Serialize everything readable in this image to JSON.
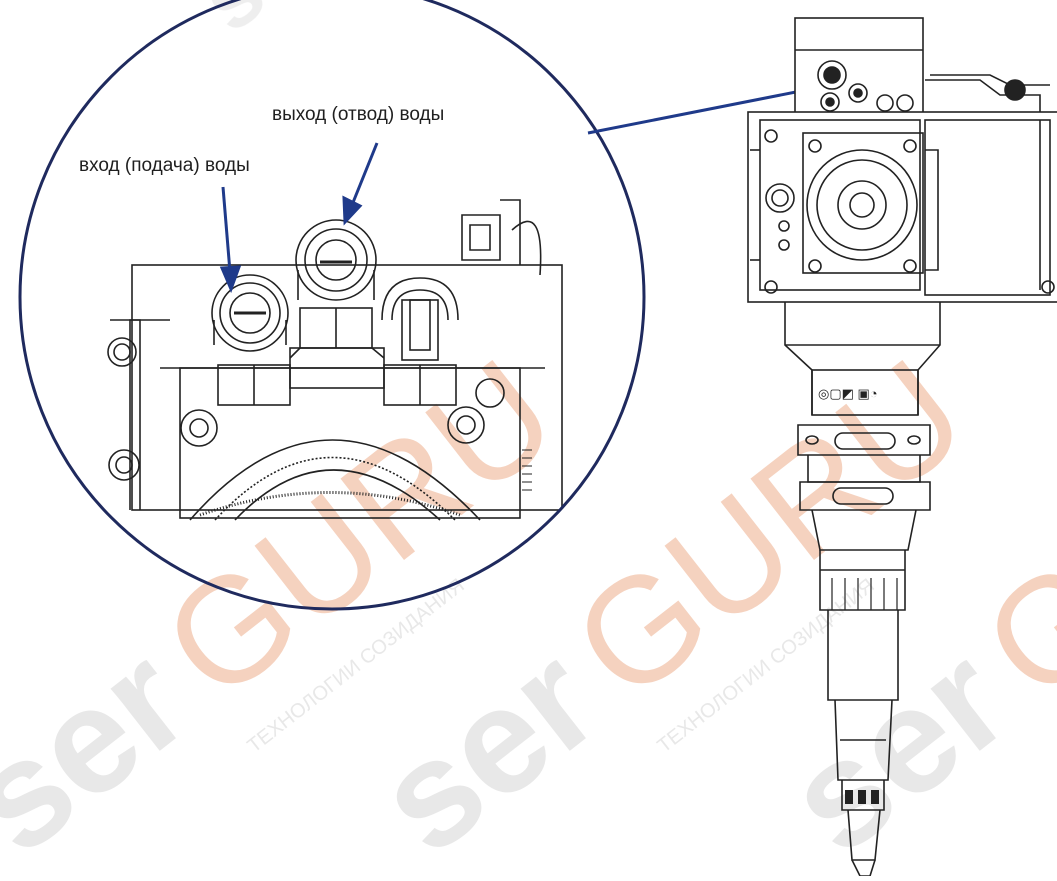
{
  "labels": {
    "water_inlet": "вход (подача) воды",
    "water_outlet": "выход (отвод) воды"
  },
  "watermark": {
    "brand": "serGURU",
    "tagline": "ТЕХНОЛОГИИ СОЗИДАНИЯ"
  },
  "colors": {
    "arrow": "#1f3a8a",
    "circle": "#1f2a5e",
    "drawing": "#222222",
    "watermark_orange": "#f2c9b3",
    "watermark_gray": "#e8e8e8"
  },
  "icons": [
    "arrow-icon",
    "laser-cutting-head",
    "water-fitting-icon"
  ]
}
